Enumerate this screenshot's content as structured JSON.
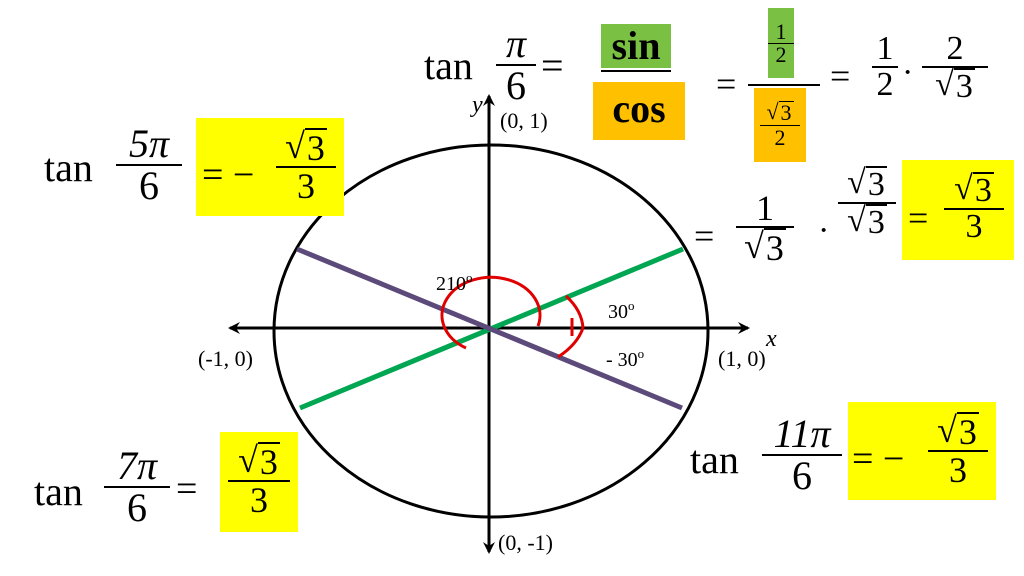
{
  "colors": {
    "highlight_yellow": "#ffff00",
    "sin_green": "#7ac143",
    "cos_orange": "#ffc000",
    "line_green": "#00a651",
    "line_purple": "#5c4a7a",
    "arc_red": "#e00000"
  },
  "axes": {
    "x_label": "x",
    "y_label": "y"
  },
  "points": {
    "top": "(0, 1)",
    "bottom": "(0, -1)",
    "left": "(-1, 0)",
    "right": "(1, 0)"
  },
  "angles": {
    "a210": "210",
    "a30": "30",
    "am30": "- 30",
    "degree": "o"
  },
  "eq_pi6": {
    "tan": "tan",
    "num": "π",
    "den": "6",
    "eq": "=",
    "sin": "sin",
    "cos": "cos",
    "half_num": "1",
    "half_den": "2",
    "root_num": "3",
    "root_den": "2",
    "r1_num": "1",
    "r1_den": "2",
    "dot": "·",
    "r2_num": "2",
    "r2_root": "3"
  },
  "eq_step2": {
    "eq": "=",
    "one": "1",
    "root": "3",
    "dot": "·",
    "n_root": "3",
    "d_root": "3",
    "res_root": "3",
    "res_den": "3"
  },
  "eq_5pi6": {
    "tan": "tan",
    "num": "5π",
    "den": "6",
    "eq": "= −",
    "root": "3",
    "den2": "3"
  },
  "eq_7pi6": {
    "tan": "tan",
    "num": "7π",
    "den": "6",
    "eq": "=",
    "root": "3",
    "den2": "3"
  },
  "eq_11pi6": {
    "tan": "tan",
    "num": "11π",
    "den": "6",
    "eq": "= −",
    "root": "3",
    "den2": "3"
  }
}
